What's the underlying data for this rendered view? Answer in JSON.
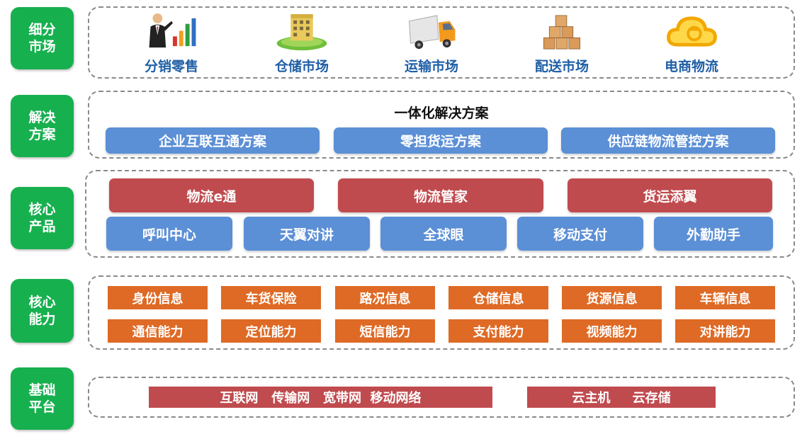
{
  "side_labels": [
    {
      "line1": "细分",
      "line2": "市场"
    },
    {
      "line1": "解决",
      "line2": "方案"
    },
    {
      "line1": "核心",
      "line2": "产品"
    },
    {
      "line1": "核心",
      "line2": "能力"
    },
    {
      "line1": "基础",
      "line2": "平台"
    }
  ],
  "markets": [
    {
      "label": "分销零售",
      "icon": "businessman-chart-icon"
    },
    {
      "label": "仓储市场",
      "icon": "warehouse-icon"
    },
    {
      "label": "运输市场",
      "icon": "truck-icon"
    },
    {
      "label": "配送市场",
      "icon": "boxes-icon"
    },
    {
      "label": "电商物流",
      "icon": "cloud-upload-icon"
    }
  ],
  "solutions": {
    "title": "一体化解决方案",
    "items": [
      "企业互联互通方案",
      "零担货运方案",
      "供应链物流管控方案"
    ]
  },
  "products": {
    "top": [
      "物流e通",
      "物流管家",
      "货运添翼"
    ],
    "bottom": [
      "呼叫中心",
      "天翼对讲",
      "全球眼",
      "移动支付",
      "外勤助手"
    ]
  },
  "capabilities": {
    "row1": [
      "身份信息",
      "车货保险",
      "路况信息",
      "仓储信息",
      "货源信息",
      "车辆信息"
    ],
    "row2": [
      "通信能力",
      "定位能力",
      "短信能力",
      "支付能力",
      "视频能力",
      "对讲能力"
    ]
  },
  "platform": {
    "network": "互联网   传输网   宽带网  移动网络",
    "cloud": "云主机     云存储"
  },
  "colors": {
    "side_green": "#17b04f",
    "solution_blue": "#5b8fd6",
    "product_red": "#c04b4f",
    "capability_orange": "#de6a25",
    "market_text_blue": "#1f5fa6"
  }
}
